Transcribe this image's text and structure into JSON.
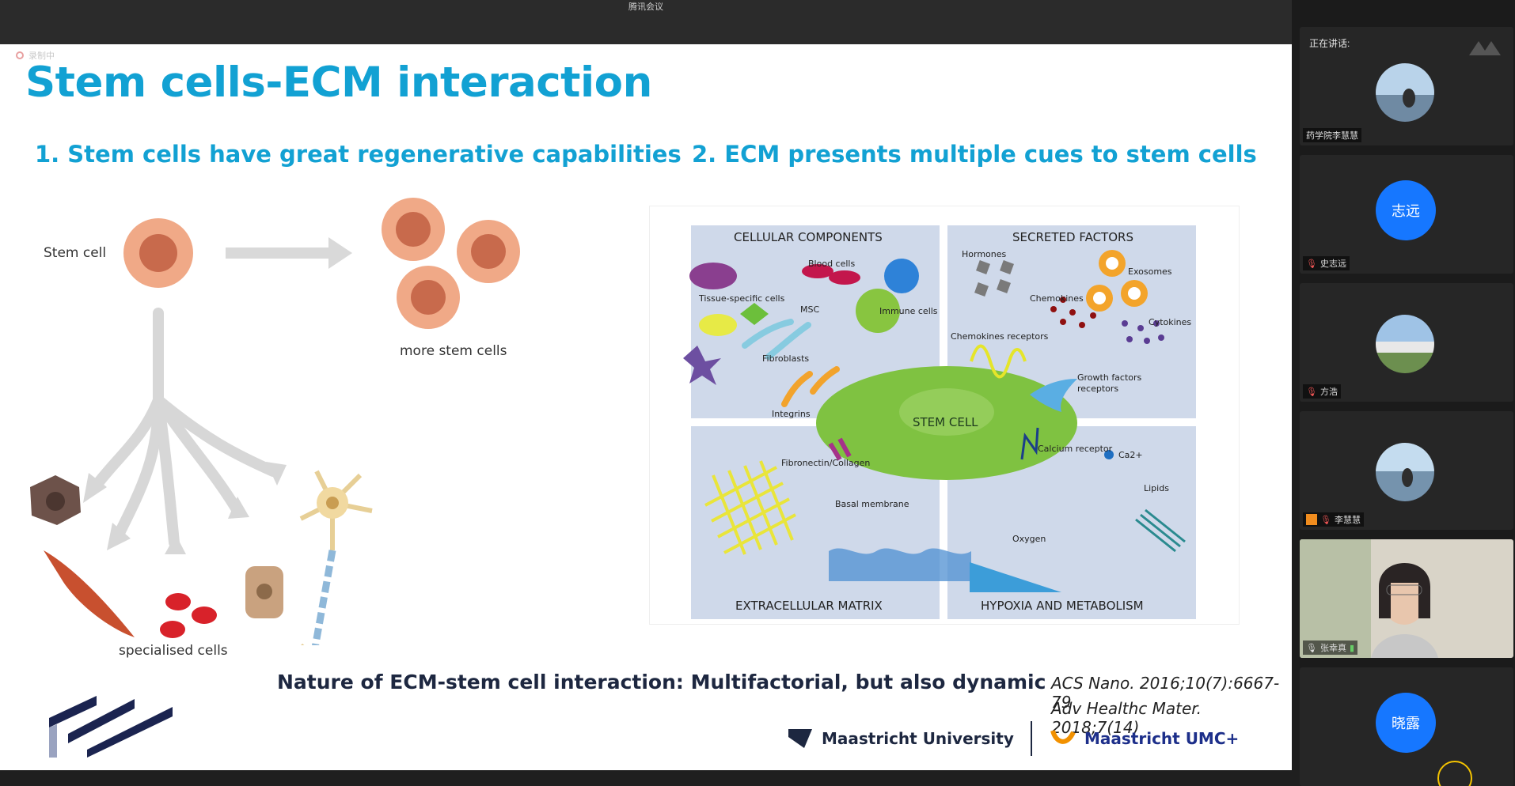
{
  "window": {
    "title": "腾讯会议"
  },
  "slide": {
    "recording_label": "录制中",
    "title": "Stem cells-ECM interaction",
    "subtitle_left": "1. Stem cells have great regenerative capabilities",
    "subtitle_right": "2. ECM presents multiple cues to stem cells",
    "stem_cell_label": "Stem cell",
    "more_stem_cells_label": "more stem cells",
    "specialised_cells_label": "specialised cells",
    "caption": "Nature of ECM-stem cell interaction: Multifactorial,  but also dynamic",
    "references": [
      "ACS Nano. 2016;10(7):6667-79",
      "Adv Healthc Mater. 2018;7(14)"
    ],
    "logos": {
      "university": "Maastricht University",
      "umc": "Maastricht UMC+"
    },
    "diagram": {
      "quadrants": [
        "CELLULAR COMPONENTS",
        "SECRETED FACTORS",
        "EXTRACELLULAR MATRIX",
        "HYPOXIA AND METABOLISM"
      ],
      "center": "STEM CELL",
      "labels": {
        "blood_cells": "Blood cells",
        "tissue_specific_cells": "Tissue-specific cells",
        "msc": "MSC",
        "immune_cells": "Immune cells",
        "fibroblasts": "Fibroblasts",
        "hormones": "Hormones",
        "exosomes": "Exosomes",
        "chemokines": "Chemokines",
        "chemokines_receptors": "Chemokines receptors",
        "cytokines": "Cytokines",
        "growth_factors_receptors_1": "Growth factors",
        "growth_factors_receptors_2": "receptors",
        "integrins": "Integrins",
        "fibronectin_collagen": "Fibronectin/Collagen",
        "basal_membrane": "Basal membrane",
        "ca2": "Ca2+",
        "calcium_receptor": "Calcium receptor",
        "lipids": "Lipids",
        "oxygen": "Oxygen"
      }
    }
  },
  "sidebar": {
    "speaking_label": "正在讲话:",
    "participants": [
      {
        "name": "药学院李慧慧",
        "type": "photo"
      },
      {
        "name": "史志远",
        "type": "initials",
        "initials": "志远"
      },
      {
        "name": "方浩",
        "type": "photo"
      },
      {
        "name": "李慧慧",
        "type": "photo"
      },
      {
        "name": "张幸真",
        "type": "video"
      },
      {
        "name": "",
        "type": "initials",
        "initials": "晓露"
      }
    ]
  }
}
